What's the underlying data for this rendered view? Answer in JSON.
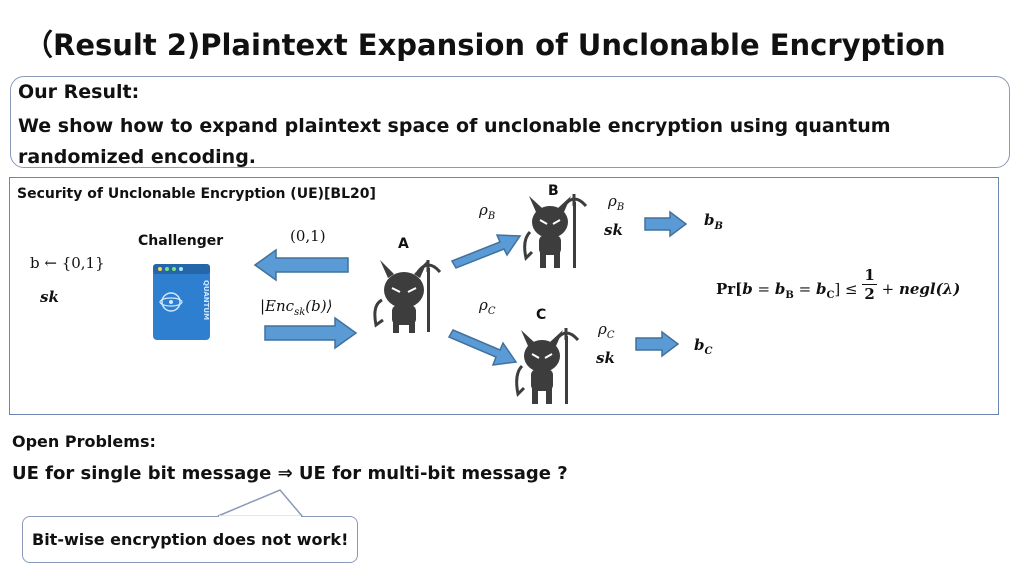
{
  "title": "（Result 2)Plaintext Expansion of Unclonable Encryption",
  "our_result": {
    "heading": "Our Result:",
    "text": "We show how to expand plaintext space of unclonable encryption using quantum randomized encoding."
  },
  "security": {
    "label": "Security of Unclonable Encryption (UE)[BL20]",
    "challenger_label": "Challenger",
    "b_choice": "b ← {0,1}",
    "sk_left": "sk",
    "zero_one": "(0,1)",
    "enc": "|Enc",
    "enc_sub": "sk",
    "enc_tail": "(b)⟩",
    "A": "A",
    "B": "B",
    "C": "C",
    "rho": "ρ",
    "rho_B_sub": "B",
    "rho_C_sub": "C",
    "sk_B": "sk",
    "sk_C": "sk",
    "bB": "b",
    "bB_sub": "B",
    "bC": "b",
    "bC_sub": "C",
    "pr_formula": {
      "pr": "Pr[",
      "b": "b",
      "eq1": " = ",
      "bB": "b",
      "bB_sub": "B",
      "eq2": " = ",
      "bC": "b",
      "bC_sub": "C",
      "close": "] ≤ ",
      "frac_num": "1",
      "frac_den": "2",
      "plus": " + ",
      "negl": "negl(λ)"
    },
    "server_text": "QUANTUM"
  },
  "open_problems": {
    "heading": "Open Problems:",
    "text": "UE for single bit message ⇒ UE for multi-bit message ?"
  },
  "callout": "Bit-wise encryption does not work!",
  "colors": {
    "arrow_fill": "#5b9bd5",
    "arrow_stroke": "#41719c",
    "box_border": "#6b86b3",
    "devil": "#3d3d3d",
    "server": "#2f7fd0"
  }
}
